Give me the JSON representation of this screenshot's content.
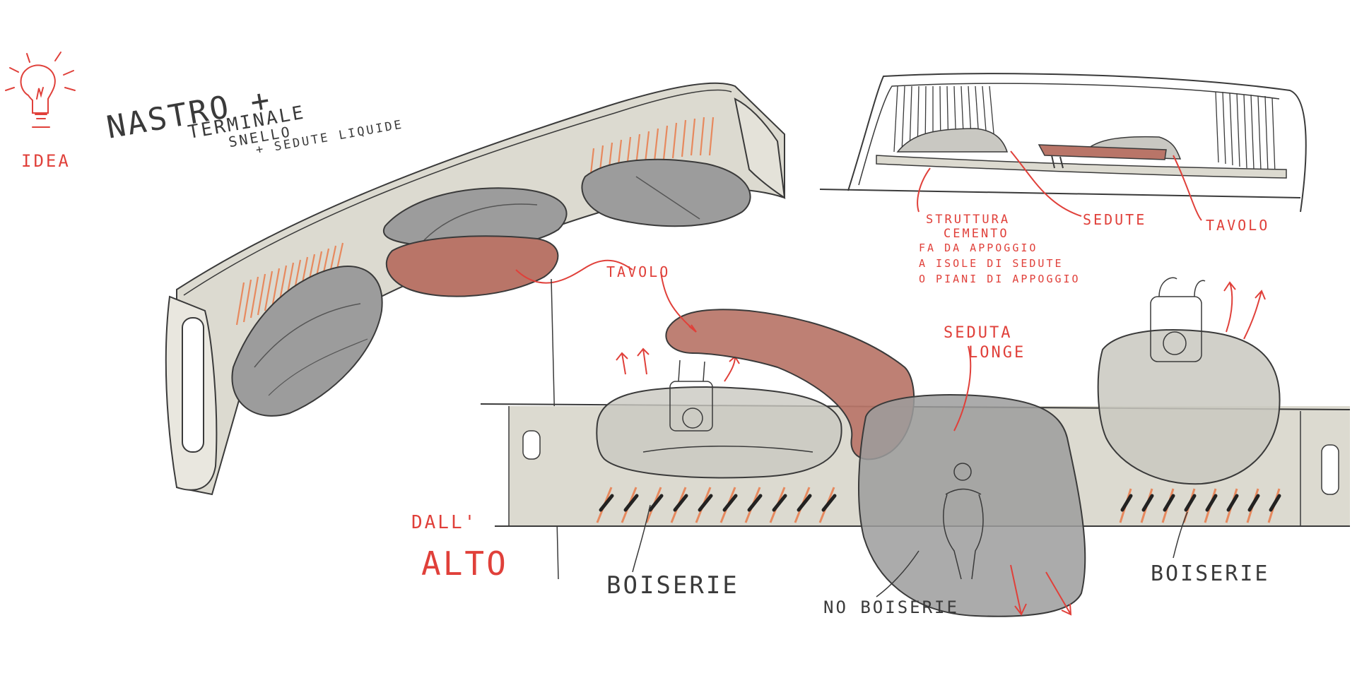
{
  "colors": {
    "ink": "#3a3a3a",
    "annotation_red": "#e0403a",
    "cement": "#dcdad0",
    "seat_gray": "#9c9c9c",
    "table_red": "#b97568",
    "hatch_orange": "#e7895e"
  },
  "idea": {
    "icon": "lightbulb-icon",
    "label": "IDEA"
  },
  "headline": {
    "line1": "NASTRO +",
    "line2": "TERMINALE",
    "line3": "SNELLO",
    "line4": "+ SEDUTE LIQUIDE"
  },
  "perspective_view": {
    "tavolo_label": "TAVOLO"
  },
  "section_view": {
    "struttura_label": [
      "STRUTTURA",
      "CEMENTO",
      "FA DA APPOGGIO",
      "A ISOLE DI SEDUTE",
      "O PIANI DI APPOGGIO"
    ],
    "sedute_label": "SEDUTE",
    "tavolo_label": "TAVOLO"
  },
  "plan_view": {
    "dall_alto": [
      "DALL'",
      "ALTO"
    ],
    "seduta_longe": [
      "SEDUTA",
      "LONGE"
    ],
    "boiserie_left": "BOISERIE",
    "boiserie_right": "BOISERIE",
    "no_boiserie": "NO BOISERIE"
  }
}
